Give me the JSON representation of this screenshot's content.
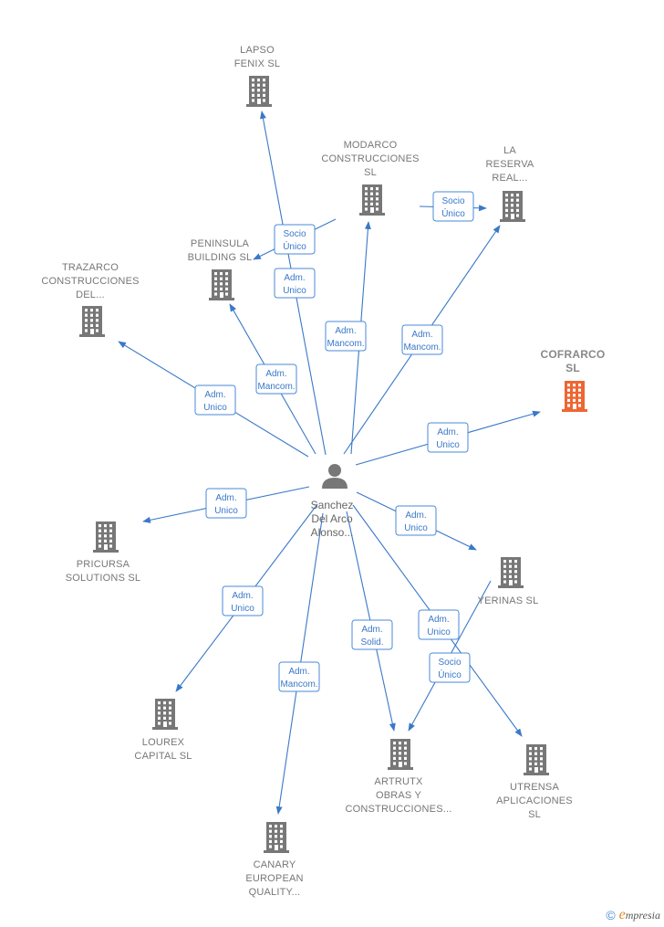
{
  "colors": {
    "edge": "#3a78c8",
    "building": "#777777",
    "building_highlight": "#ee6633",
    "person": "#777777"
  },
  "center": {
    "label_lines": [
      "Sanchez",
      "Del Arco",
      "Alonso..."
    ],
    "icon": "person-icon"
  },
  "nodes": [
    {
      "id": "lapso",
      "label_lines": [
        "LAPSO",
        "FENIX  SL"
      ],
      "icon": "building-icon"
    },
    {
      "id": "modarco",
      "label_lines": [
        "MODARCO",
        "CONSTRUCCIONES",
        "SL"
      ],
      "icon": "building-icon"
    },
    {
      "id": "lareserva",
      "label_lines": [
        "LA",
        "RESERVA",
        "REAL..."
      ],
      "icon": "building-icon"
    },
    {
      "id": "peninsula",
      "label_lines": [
        "PENINSULA",
        "BUILDING  SL"
      ],
      "icon": "building-icon"
    },
    {
      "id": "trazarco",
      "label_lines": [
        "TRAZARCO",
        "CONSTRUCCIONES",
        "DEL..."
      ],
      "icon": "building-icon"
    },
    {
      "id": "cofrarco",
      "label_lines": [
        "COFRARCO",
        "SL"
      ],
      "icon": "building-icon",
      "highlight": true
    },
    {
      "id": "pricursa",
      "label_lines": [
        "PRICURSA",
        "SOLUTIONS  SL"
      ],
      "icon": "building-icon"
    },
    {
      "id": "yerinas",
      "label_lines": [
        "YERINAS  SL"
      ],
      "icon": "building-icon"
    },
    {
      "id": "lourex",
      "label_lines": [
        "LOUREX",
        "CAPITAL  SL"
      ],
      "icon": "building-icon"
    },
    {
      "id": "artrutx",
      "label_lines": [
        "ARTRUTX",
        "OBRAS Y",
        "CONSTRUCCIONES..."
      ],
      "icon": "building-icon"
    },
    {
      "id": "utrensa",
      "label_lines": [
        "UTRENSA",
        "APLICACIONES",
        "SL"
      ],
      "icon": "building-icon"
    },
    {
      "id": "canary",
      "label_lines": [
        "CANARY",
        "EUROPEAN",
        "QUALITY..."
      ],
      "icon": "building-icon"
    }
  ],
  "edges": [
    {
      "from": "center",
      "to": "lapso",
      "label_lines": [
        "Adm.",
        "Unico"
      ]
    },
    {
      "from": "modarco",
      "to": "peninsula",
      "label_lines": [
        "Socio",
        "Único"
      ]
    },
    {
      "from": "center",
      "to": "modarco",
      "label_lines": [
        "Adm.",
        "Mancom."
      ]
    },
    {
      "from": "modarco",
      "to": "lareserva",
      "label_lines": [
        "Socio",
        "Único"
      ]
    },
    {
      "from": "center",
      "to": "lareserva",
      "label_lines": [
        "Adm.",
        "Mancom."
      ]
    },
    {
      "from": "center",
      "to": "peninsula",
      "label_lines": [
        "Adm.",
        "Mancom."
      ]
    },
    {
      "from": "center",
      "to": "trazarco",
      "label_lines": [
        "Adm.",
        "Unico"
      ]
    },
    {
      "from": "center",
      "to": "cofrarco",
      "label_lines": [
        "Adm.",
        "Unico"
      ]
    },
    {
      "from": "center",
      "to": "pricursa",
      "label_lines": [
        "Adm.",
        "Unico"
      ]
    },
    {
      "from": "center",
      "to": "yerinas",
      "label_lines": [
        "Adm.",
        "Unico"
      ]
    },
    {
      "from": "center",
      "to": "lourex",
      "label_lines": [
        "Adm.",
        "Unico"
      ]
    },
    {
      "from": "center",
      "to": "canary",
      "label_lines": [
        "Adm.",
        "Mancom."
      ]
    },
    {
      "from": "center",
      "to": "artrutx",
      "label_lines": [
        "Adm.",
        "Solid."
      ]
    },
    {
      "from": "center",
      "to": "utrensa",
      "label_lines": [
        "Adm.",
        "Unico"
      ]
    },
    {
      "from": "yerinas",
      "to": "artrutx",
      "label_lines": [
        "Socio",
        "Único"
      ]
    }
  ],
  "brand": {
    "copyright": "©",
    "initial": "e",
    "name": "mpresia"
  }
}
